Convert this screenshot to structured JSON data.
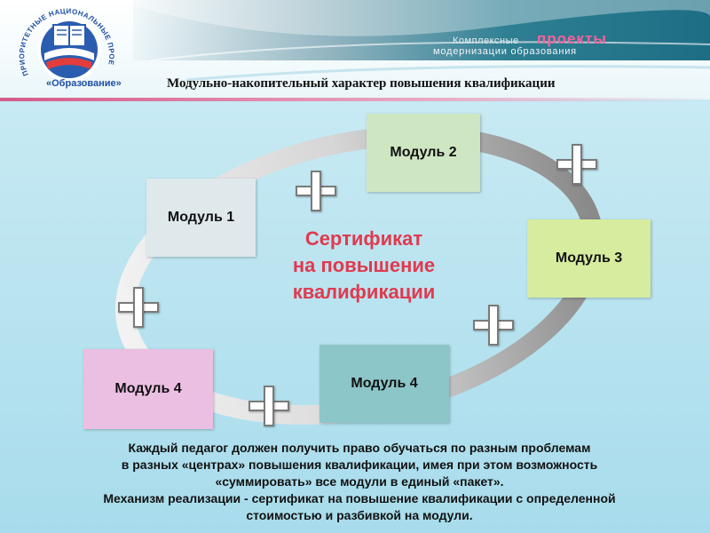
{
  "header": {
    "logo_caption": "«Образование»",
    "logo_ring_text": "ПРИОРИТЕТНЫЕ НАЦИОНАЛЬНЫЕ ПРОЕКТЫ",
    "projects_line1": "Комплексные",
    "projects_line2": "проекты",
    "projects_line3": "модернизации образования",
    "title": "Модульно-накопительный характер повышения квалификации"
  },
  "diagram": {
    "modules": [
      {
        "label": "Модуль 1",
        "color": "#dfe9ec"
      },
      {
        "label": "Модуль 2",
        "color": "#cfe6c3"
      },
      {
        "label": "Модуль 3",
        "color": "#d6ec9e"
      },
      {
        "label": "Модуль 4",
        "color": "#8cc6c9"
      },
      {
        "label": "Модуль 4",
        "color": "#ebbfe2"
      }
    ],
    "center_text": [
      "Сертификат",
      "на повышение",
      "квалификации"
    ],
    "center_color": "#e03a4f",
    "plus_count": 5
  },
  "footer": {
    "line1": "Каждый педагог должен получить право обучаться по разным проблемам",
    "line2": "в разных «центрах» повышения квалификации, имея при этом возможность",
    "line3": "«суммировать» все модули в единый «пакет».",
    "line4": "Механизм реализации  -  сертификат на повышение квалификации с определенной",
    "line5": "стоимостью и разбивкой на модули."
  }
}
